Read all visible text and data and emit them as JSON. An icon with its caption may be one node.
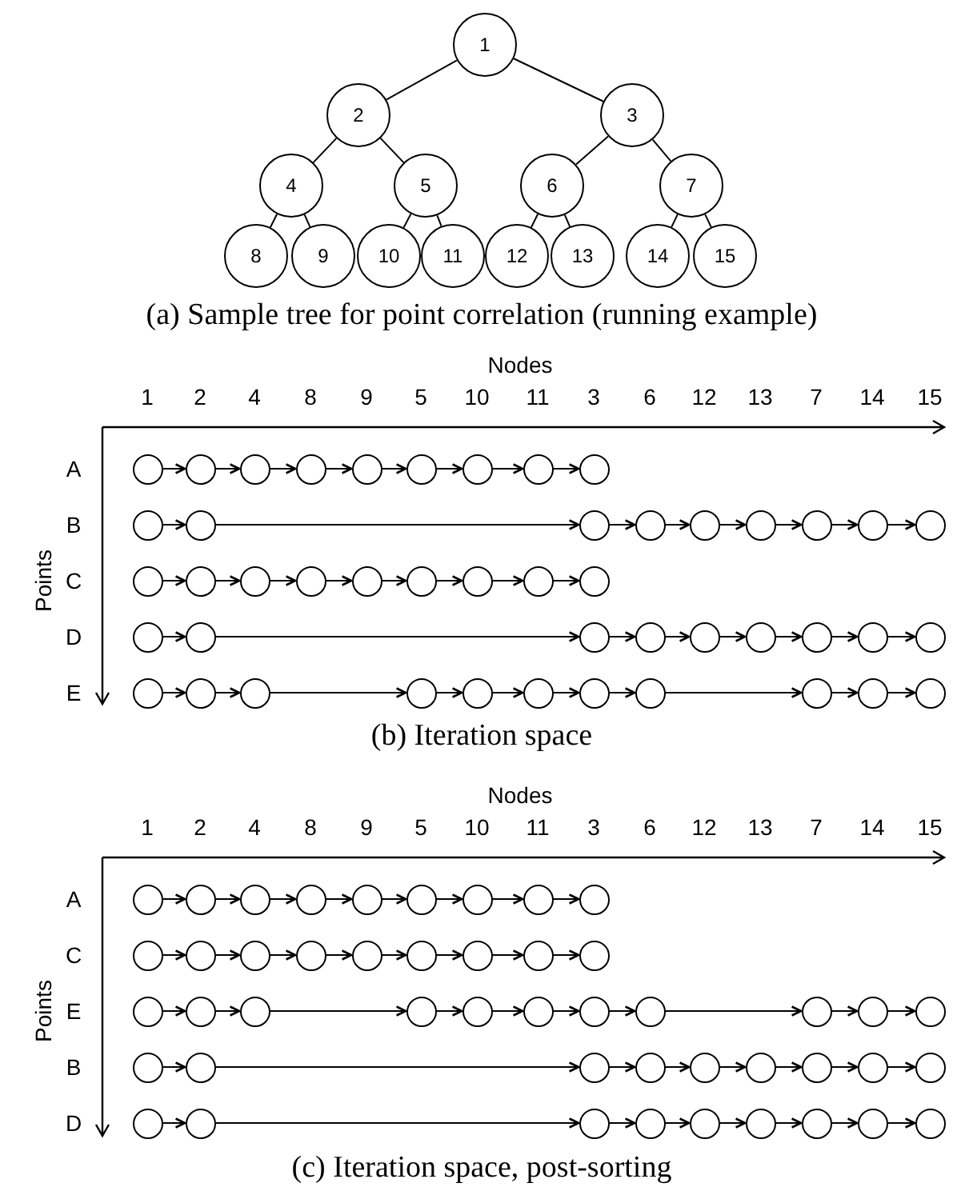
{
  "diagram": {
    "nodes": [
      {
        "text": [
          "1"
        ]
      },
      {
        "text": [
          "2"
        ]
      },
      {
        "text": [
          "3"
        ]
      },
      {
        "text": [
          "4"
        ]
      },
      {
        "text": [
          "5"
        ]
      },
      {
        "text": [
          "6"
        ]
      },
      {
        "text": [
          "7"
        ]
      },
      {
        "text": [
          "8"
        ]
      },
      {
        "text": [
          "9"
        ]
      },
      {
        "text": [
          "10"
        ]
      },
      {
        "text": [
          "11"
        ]
      },
      {
        "text": [
          "12"
        ]
      },
      {
        "text": [
          "13"
        ]
      },
      {
        "text": [
          "14"
        ]
      },
      {
        "text": [
          "15"
        ]
      },
      {
        "text": [],
        "shape": "circle"
      },
      {
        "text": [],
        "shape": "circle"
      },
      {
        "text": [],
        "shape": "circle"
      },
      {
        "text": [],
        "shape": "circle"
      },
      {
        "text": [],
        "shape": "circle"
      },
      {
        "text": [],
        "shape": "circle"
      },
      {
        "text": [],
        "shape": "circle"
      },
      {
        "text": [],
        "shape": "circle"
      },
      {
        "text": [],
        "shape": "circle"
      },
      {
        "text": [],
        "shape": "circle"
      },
      {
        "text": [],
        "shape": "circle"
      },
      {
        "text": [],
        "shape": "circle"
      },
      {
        "text": [],
        "shape": "circle"
      },
      {
        "text": [],
        "shape": "circle"
      },
      {
        "text": [],
        "shape": "circle"
      },
      {
        "text": [],
        "shape": "circle"
      },
      {
        "text": [],
        "shape": "circle"
      },
      {
        "text": [],
        "shape": "circle"
      },
      {
        "text": [],
        "shape": "circle"
      },
      {
        "text": [],
        "shape": "circle"
      },
      {
        "text": [],
        "shape": "circle"
      },
      {
        "text": [],
        "shape": "circle"
      },
      {
        "text": [],
        "shape": "circle"
      },
      {
        "text": [],
        "shape": "circle"
      },
      {
        "text": [],
        "shape": "circle"
      },
      {
        "text": [],
        "shape": "circle"
      },
      {
        "text": [],
        "shape": "circle"
      },
      {
        "text": [],
        "shape": "circle"
      },
      {
        "text": [],
        "shape": "circle"
      },
      {
        "text": [],
        "shape": "circle"
      },
      {
        "text": [],
        "shape": "circle"
      },
      {
        "text": [],
        "shape": "circle"
      },
      {
        "text": [],
        "shape": "circle"
      },
      {
        "text": [],
        "shape": "circle"
      },
      {
        "text": [],
        "shape": "circle"
      },
      {
        "text": [],
        "shape": "circle"
      },
      {
        "text": [],
        "shape": "circle"
      },
      {
        "text": [],
        "shape": "circle"
      },
      {
        "text": [],
        "shape": "circle"
      },
      {
        "text": [],
        "shape": "circle"
      },
      {
        "text": [],
        "shape": "circle"
      },
      {
        "text": [],
        "shape": "circle"
      },
      {
        "text": [],
        "shape": "circle"
      },
      {
        "text": [],
        "shape": "circle"
      },
      {
        "text": [],
        "shape": "circle"
      },
      {
        "text": [],
        "shape": "circle"
      },
      {
        "text": [],
        "shape": "circle"
      },
      {
        "text": [],
        "shape": "circle"
      },
      {
        "text": [],
        "shape": "circle"
      },
      {
        "text": [],
        "shape": "circle"
      },
      {
        "text": [],
        "shape": "circle"
      },
      {
        "text": [],
        "shape": "circle"
      },
      {
        "text": [],
        "shape": "circle"
      },
      {
        "text": [],
        "shape": "circle"
      },
      {
        "text": [],
        "shape": "circle"
      },
      {
        "text": [],
        "shape": "circle"
      },
      {
        "text": [],
        "shape": "circle"
      },
      {
        "text": [],
        "shape": "circle"
      },
      {
        "text": [],
        "shape": "circle"
      },
      {
        "text": [],
        "shape": "circle"
      },
      {
        "text": [],
        "shape": "circle"
      },
      {
        "text": [],
        "shape": "circle"
      },
      {
        "text": [],
        "shape": "circle"
      },
      {
        "text": [],
        "shape": "circle"
      },
      {
        "text": [],
        "shape": "circle"
      },
      {
        "text": [],
        "shape": "circle"
      },
      {
        "text": [],
        "shape": "circle"
      },
      {
        "text": [],
        "shape": "circle"
      },
      {
        "text": [],
        "shape": "circle"
      },
      {
        "text": [],
        "shape": "circle"
      },
      {
        "text": [],
        "shape": "circle"
      },
      {
        "text": [],
        "shape": "circle"
      },
      {
        "text": [],
        "shape": "circle"
      },
      {
        "text": [],
        "shape": "circle"
      },
      {
        "text": [],
        "shape": "circle"
      },
      {
        "text": [],
        "shape": "circle"
      },
      {
        "text": [],
        "shape": "circle"
      },
      {
        "text": [],
        "shape": "circle"
      },
      {
        "text": [],
        "shape": "circle"
      },
      {
        "text": [],
        "shape": "circle"
      },
      {
        "text": [],
        "shape": "circle"
      },
      {
        "text": [],
        "shape": "circle"
      },
      {
        "text": [],
        "shape": "circle"
      },
      {
        "text": [],
        "shape": "circle"
      },
      {
        "text": [],
        "shape": "circle"
      },
      {
        "text": [],
        "shape": "circle"
      },
      {
        "text": [],
        "shape": "circle"
      },
      {
        "text": [],
        "shape": "circle"
      },
      {
        "text": [],
        "shape": "circle"
      },
      {
        "text": [],
        "shape": "circle"
      },
      {
        "text": [],
        "shape": "circle"
      },
      {
        "text": [],
        "shape": "circle"
      },
      {
        "text": [],
        "shape": "circle"
      },
      {
        "text": [],
        "shape": "circle"
      }
    ],
    "edges": [
      {
        "from": 0,
        "to": 1,
        "arrow": "none"
      },
      {
        "from": 0,
        "to": 2,
        "arrow": "none"
      },
      {
        "from": 1,
        "to": 3,
        "arrow": "none"
      },
      {
        "from": 1,
        "to": 4,
        "arrow": "none"
      },
      {
        "from": 2,
        "to": 5,
        "arrow": "none"
      },
      {
        "from": 2,
        "to": 6,
        "arrow": "none"
      },
      {
        "from": 3,
        "to": 7,
        "arrow": "none"
      },
      {
        "from": 3,
        "to": 8,
        "arrow": "none"
      },
      {
        "from": 4,
        "to": 9,
        "arrow": "none"
      },
      {
        "from": 4,
        "to": 10,
        "arrow": "none"
      },
      {
        "from": 5,
        "to": 11,
        "arrow": "none"
      },
      {
        "from": 5,
        "to": 12,
        "arrow": "none"
      },
      {
        "from": 6,
        "to": 13,
        "arrow": "none"
      },
      {
        "from": 6,
        "to": 14,
        "arrow": "none"
      },
      {
        "from": 15,
        "to": 16,
        "arrow": "to"
      },
      {
        "from": 16,
        "to": 17,
        "arrow": "to"
      },
      {
        "from": 17,
        "to": 18,
        "arrow": "to"
      },
      {
        "from": 18,
        "to": 19,
        "arrow": "to"
      },
      {
        "from": 19,
        "to": 20,
        "arrow": "to"
      },
      {
        "from": 20,
        "to": 21,
        "arrow": "to"
      },
      {
        "from": 21,
        "to": 22,
        "arrow": "to"
      },
      {
        "from": 22,
        "to": 23,
        "arrow": "to"
      },
      {
        "from": 24,
        "to": 25,
        "arrow": "to"
      },
      {
        "from": 25,
        "to": 26,
        "arrow": "to"
      },
      {
        "from": 26,
        "to": 27,
        "arrow": "to"
      },
      {
        "from": 27,
        "to": 28,
        "arrow": "to"
      },
      {
        "from": 28,
        "to": 29,
        "arrow": "to"
      },
      {
        "from": 29,
        "to": 30,
        "arrow": "to"
      },
      {
        "from": 30,
        "to": 31,
        "arrow": "to"
      },
      {
        "from": 31,
        "to": 32,
        "arrow": "to"
      },
      {
        "from": 33,
        "to": 34,
        "arrow": "to"
      },
      {
        "from": 34,
        "to": 35,
        "arrow": "to"
      },
      {
        "from": 35,
        "to": 36,
        "arrow": "to"
      },
      {
        "from": 36,
        "to": 37,
        "arrow": "to"
      },
      {
        "from": 37,
        "to": 38,
        "arrow": "to"
      },
      {
        "from": 38,
        "to": 39,
        "arrow": "to"
      },
      {
        "from": 39,
        "to": 40,
        "arrow": "to"
      },
      {
        "from": 40,
        "to": 41,
        "arrow": "to"
      },
      {
        "from": 42,
        "to": 43,
        "arrow": "to"
      },
      {
        "from": 43,
        "to": 44,
        "arrow": "to"
      },
      {
        "from": 44,
        "to": 45,
        "arrow": "to"
      },
      {
        "from": 45,
        "to": 46,
        "arrow": "to"
      },
      {
        "from": 46,
        "to": 47,
        "arrow": "to"
      },
      {
        "from": 47,
        "to": 48,
        "arrow": "to"
      },
      {
        "from": 48,
        "to": 49,
        "arrow": "to"
      },
      {
        "from": 49,
        "to": 50,
        "arrow": "to"
      },
      {
        "from": 51,
        "to": 52,
        "arrow": "to"
      },
      {
        "from": 52,
        "to": 53,
        "arrow": "to"
      },
      {
        "from": 53,
        "to": 54,
        "arrow": "to"
      },
      {
        "from": 54,
        "to": 55,
        "arrow": "to"
      },
      {
        "from": 55,
        "to": 56,
        "arrow": "to"
      },
      {
        "from": 56,
        "to": 57,
        "arrow": "to"
      },
      {
        "from": 57,
        "to": 58,
        "arrow": "to"
      },
      {
        "from": 58,
        "to": 59,
        "arrow": "to"
      },
      {
        "from": 59,
        "to": 60,
        "arrow": "to"
      },
      {
        "from": 60,
        "to": 61,
        "arrow": "to"
      },
      {
        "from": 62,
        "to": 63,
        "arrow": "to"
      },
      {
        "from": 63,
        "to": 64,
        "arrow": "to"
      },
      {
        "from": 64,
        "to": 65,
        "arrow": "to"
      },
      {
        "from": 65,
        "to": 66,
        "arrow": "to"
      },
      {
        "from": 66,
        "to": 67,
        "arrow": "to"
      },
      {
        "from": 67,
        "to": 68,
        "arrow": "to"
      },
      {
        "from": 68,
        "to": 69,
        "arrow": "to"
      },
      {
        "from": 69,
        "to": 70,
        "arrow": "to"
      },
      {
        "from": 71,
        "to": 72,
        "arrow": "to"
      },
      {
        "from": 72,
        "to": 73,
        "arrow": "to"
      },
      {
        "from": 73,
        "to": 74,
        "arrow": "to"
      },
      {
        "from": 74,
        "to": 75,
        "arrow": "to"
      },
      {
        "from": 75,
        "to": 76,
        "arrow": "to"
      },
      {
        "from": 76,
        "to": 77,
        "arrow": "to"
      },
      {
        "from": 77,
        "to": 78,
        "arrow": "to"
      },
      {
        "from": 78,
        "to": 79,
        "arrow": "to"
      },
      {
        "from": 80,
        "to": 81,
        "arrow": "to"
      },
      {
        "from": 81,
        "to": 82,
        "arrow": "to"
      },
      {
        "from": 82,
        "to": 83,
        "arrow": "to"
      },
      {
        "from": 83,
        "to": 84,
        "arrow": "to"
      },
      {
        "from": 84,
        "to": 85,
        "arrow": "to"
      },
      {
        "from": 85,
        "to": 86,
        "arrow": "to"
      },
      {
        "from": 86,
        "to": 87,
        "arrow": "to"
      },
      {
        "from": 87,
        "to": 88,
        "arrow": "to"
      },
      {
        "from": 88,
        "to": 89,
        "arrow": "to"
      },
      {
        "from": 89,
        "to": 90,
        "arrow": "to"
      },
      {
        "from": 91,
        "to": 92,
        "arrow": "to"
      },
      {
        "from": 92,
        "to": 93,
        "arrow": "to"
      },
      {
        "from": 93,
        "to": 94,
        "arrow": "to"
      },
      {
        "from": 94,
        "to": 95,
        "arrow": "to"
      },
      {
        "from": 95,
        "to": 96,
        "arrow": "to"
      },
      {
        "from": 96,
        "to": 97,
        "arrow": "to"
      },
      {
        "from": 97,
        "to": 98,
        "arrow": "to"
      },
      {
        "from": 98,
        "to": 99,
        "arrow": "to"
      },
      {
        "from": 100,
        "to": 101,
        "arrow": "to"
      },
      {
        "from": 101,
        "to": 102,
        "arrow": "to"
      },
      {
        "from": 102,
        "to": 103,
        "arrow": "to"
      },
      {
        "from": 103,
        "to": 104,
        "arrow": "to"
      },
      {
        "from": 104,
        "to": 105,
        "arrow": "to"
      },
      {
        "from": 105,
        "to": 106,
        "arrow": "to"
      },
      {
        "from": 106,
        "to": 107,
        "arrow": "to"
      },
      {
        "from": 107,
        "to": 108,
        "arrow": "to"
      }
    ],
    "labels": [
      "(a) Sample tree for point correlation (running example)",
      "Nodes",
      "1",
      "2",
      "4",
      "8",
      "9",
      "5",
      "10",
      "11",
      "3",
      "6",
      "12",
      "13",
      "7",
      "14",
      "15",
      "A",
      "B",
      "C",
      "D",
      "E",
      "Points",
      "(b) Iteration space",
      "Nodes",
      "1",
      "2",
      "4",
      "8",
      "9",
      "5",
      "10",
      "11",
      "3",
      "6",
      "12",
      "13",
      "7",
      "14",
      "15",
      "A",
      "C",
      "E",
      "B",
      "D",
      "Points",
      "(c) Iteration space, post-sorting"
    ]
  }
}
